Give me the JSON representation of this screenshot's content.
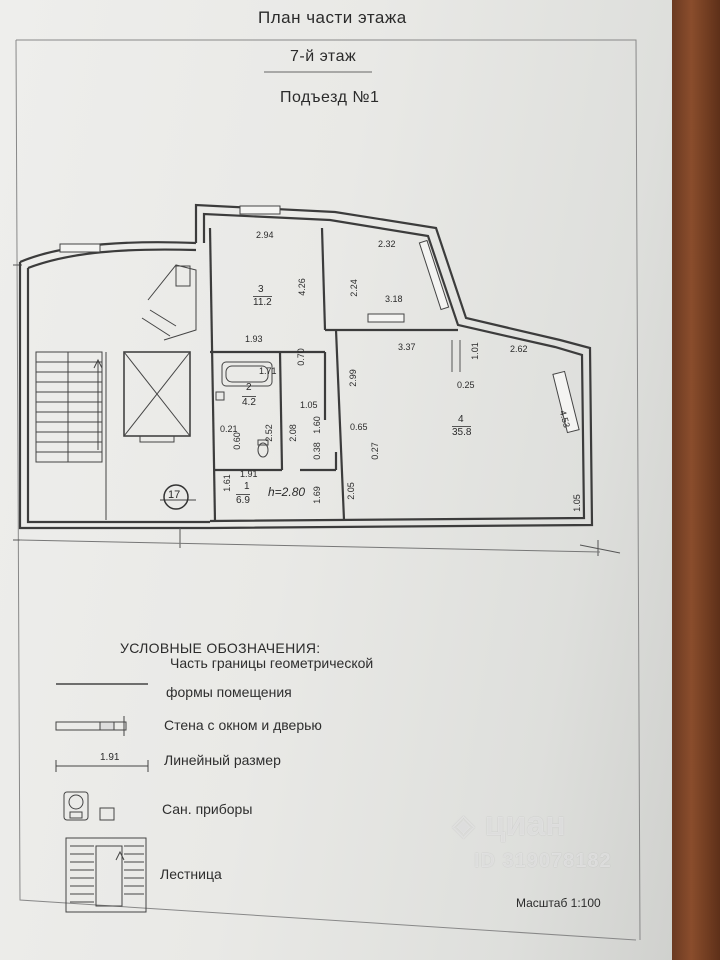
{
  "header": {
    "title_top": "План части этажа",
    "floor": "7-й этаж",
    "entrance": "Подъезд №1"
  },
  "plan": {
    "rooms": [
      {
        "number": "3",
        "area": "11.2"
      },
      {
        "number": "2",
        "area": "4.2"
      },
      {
        "number": "1",
        "area": "6.9"
      },
      {
        "number": "4",
        "area": "35.8"
      }
    ],
    "ceiling_height": "h=2.80",
    "apartment_number": "17",
    "dimensions": [
      "2.94",
      "2.32",
      "4.26",
      "2.24",
      "3.18",
      "1.93",
      "0.70",
      "3.37",
      "1.01",
      "2.62",
      "1.71",
      "1.05",
      "2.99",
      "0.25",
      "4.53",
      "1.60",
      "0.38",
      "0.65",
      "0.27",
      "2.52",
      "2.08",
      "0.21",
      "0.60",
      "1.91",
      "1.61",
      "1.69",
      "2.05",
      "1.05"
    ]
  },
  "legend": {
    "title": "УСЛОВНЫЕ ОБОЗНАЧЕНИЯ:",
    "boundary_line1": "Часть границы геометрической",
    "boundary_line2": "формы помещения",
    "wall": "Стена с окном и дверью",
    "dimension_sample": "1.91",
    "dimension": "Линейный размер",
    "sanitary": "Сан. приборы",
    "stairs": "Лестница"
  },
  "scale": "Масштаб 1:100",
  "watermark": {
    "brand": "циан",
    "id": "ID 319078182"
  }
}
